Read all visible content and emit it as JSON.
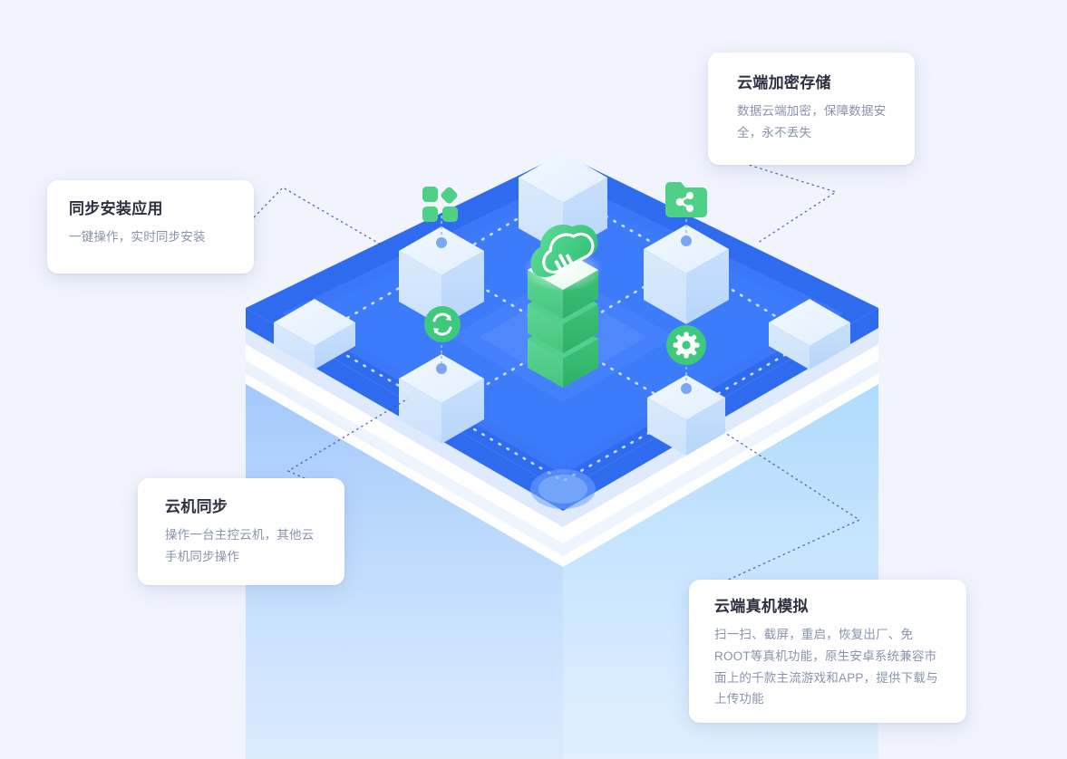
{
  "page": {
    "background_color": "#f1f4fd",
    "theme_accent": "#2c6cf6",
    "theme_green": "#4ed186"
  },
  "cards": [
    {
      "id": "sync-install",
      "title": "同步安装应用",
      "desc": "一键操作，实时同步安装"
    },
    {
      "id": "cloud-encrypt",
      "title": "云端加密存储",
      "desc": "数据云端加密，保障数据安全，永不丢失"
    },
    {
      "id": "cloud-phone-sync",
      "title": "云机同步",
      "desc": "操作一台主控云机，其他云手机同步操作"
    },
    {
      "id": "real-device",
      "title": "云端真机模拟",
      "desc": "扫一扫、截屏，重启，恢复出厂、免ROOT等真机功能，原生安卓系统兼容市面上的千款主流游戏和APP，提供下载与上传功能"
    }
  ],
  "illustration": {
    "name": "isometric-cloud-platform",
    "icons": [
      {
        "name": "apps-grid-icon",
        "color": "#4ed186"
      },
      {
        "name": "folder-share-icon",
        "color": "#4ed186"
      },
      {
        "name": "sync-arrows-icon",
        "color": "#3fc97c"
      },
      {
        "name": "gear-icon",
        "color": "#3fc97c"
      },
      {
        "name": "cloud-logo-icon",
        "color": "#3fd07f"
      }
    ],
    "nodes": [
      {
        "name": "cube-top-center"
      },
      {
        "name": "cube-upper-left"
      },
      {
        "name": "cube-upper-right"
      },
      {
        "name": "cube-left"
      },
      {
        "name": "cube-right"
      },
      {
        "name": "cube-lower-left-tall"
      },
      {
        "name": "cube-lower-right"
      },
      {
        "name": "server-stack-center"
      },
      {
        "name": "platform-ring-marker"
      }
    ]
  }
}
